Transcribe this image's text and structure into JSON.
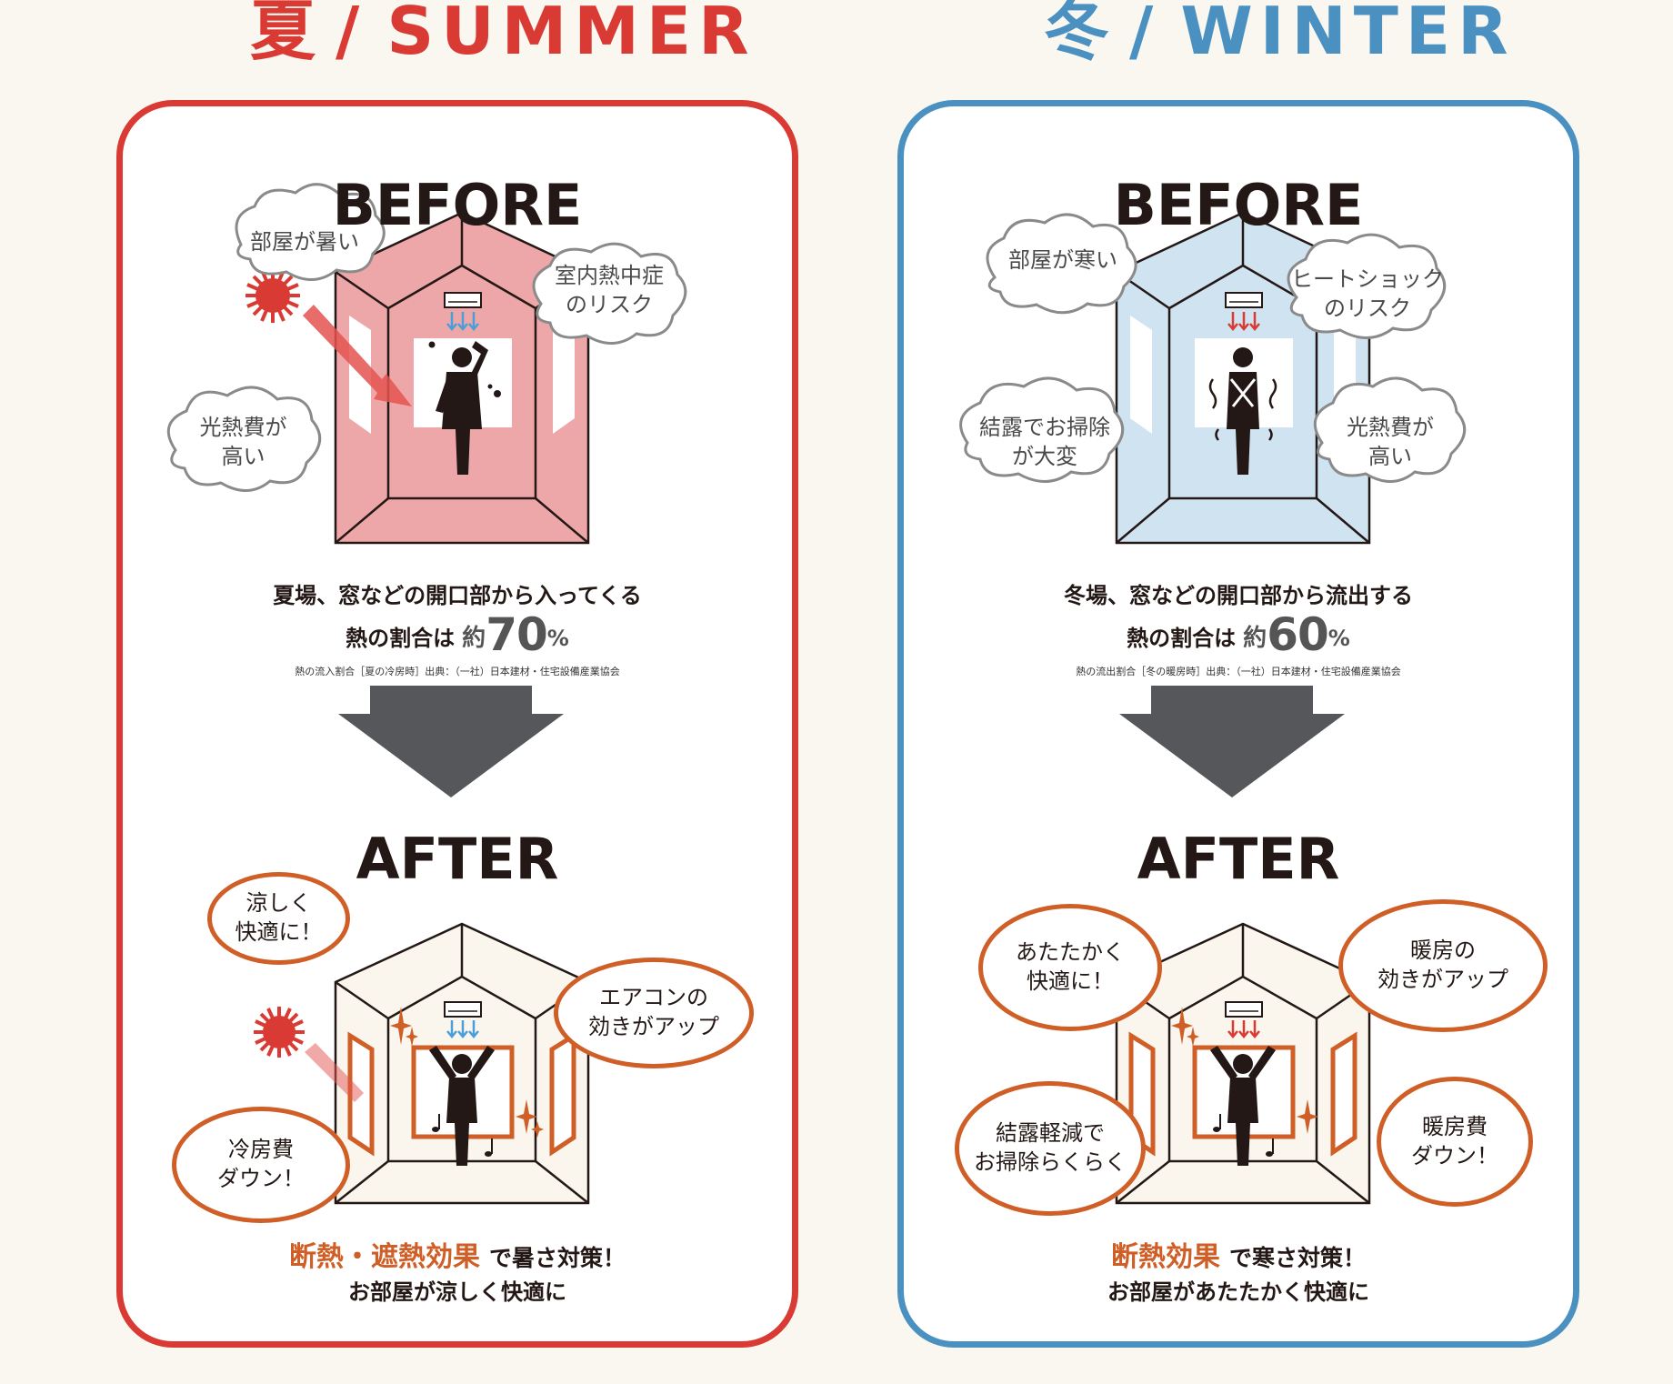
{
  "summer": {
    "kanji": "夏",
    "slash": "/",
    "name": "SUMMER",
    "before_label": "BEFORE",
    "after_label": "AFTER",
    "before_clouds": {
      "hot": "部屋が暑い",
      "heatstroke": "室内熱中症\nのリスク",
      "cost": "光熱費が\n高い"
    },
    "stat_line1": "夏場、窓などの開口部から入ってくる",
    "stat_prefix": "熱の割合は",
    "stat_approx": "約",
    "stat_value": "70",
    "stat_unit": "%",
    "source": "熱の流入割合［夏の冷房時］出典：（一社）日本建材・住宅設備産業協会",
    "after_bubbles": {
      "cool": "涼しく\n快適に！",
      "aircon": "エアコンの\n効きがアップ",
      "cost_down": "冷房費\nダウン！"
    },
    "effect_highlight": "断熱・遮熱効果",
    "effect_text": "で暑さ対策！",
    "effect_sub": "お部屋が涼しく快適に"
  },
  "winter": {
    "kanji": "冬",
    "slash": "/",
    "name": "WINTER",
    "before_label": "BEFORE",
    "after_label": "AFTER",
    "before_clouds": {
      "cold": "部屋が寒い",
      "heatshock": "ヒートショック\nのリスク",
      "condensation": "結露でお掃除\nが大変",
      "cost": "光熱費が\n高い"
    },
    "stat_line1": "冬場、窓などの開口部から流出する",
    "stat_prefix": "熱の割合は",
    "stat_approx": "約",
    "stat_value": "60",
    "stat_unit": "%",
    "source": "熱の流出割合［冬の暖房時］出典：（一社）日本建材・住宅設備産業協会",
    "after_bubbles": {
      "warm": "あたたかく\n快適に！",
      "heating": "暖房の\n効きがアップ",
      "condensation": "結露軽減で\nお掃除らくらく",
      "cost_down": "暖房費\nダウン！"
    },
    "effect_highlight": "断熱効果",
    "effect_text": "で寒さ対策！",
    "effect_sub": "お部屋があたたかく快適に"
  },
  "colors": {
    "summer_accent": "#d93a33",
    "winter_accent": "#4a91c2",
    "summer_room": "#eea7a8",
    "winter_room": "#cfe3f1",
    "after_room": "#faf6ee",
    "bubble_border": "#cf5f26",
    "arrow": "#55575a",
    "airflow_cool": "#4a9fd8",
    "airflow_warm": "#d93a33"
  },
  "icons": [
    "sun-icon",
    "air-conditioner-icon",
    "person-icon",
    "down-arrow-icon",
    "sparkle-icon",
    "music-note-icon",
    "cloud-icon"
  ]
}
